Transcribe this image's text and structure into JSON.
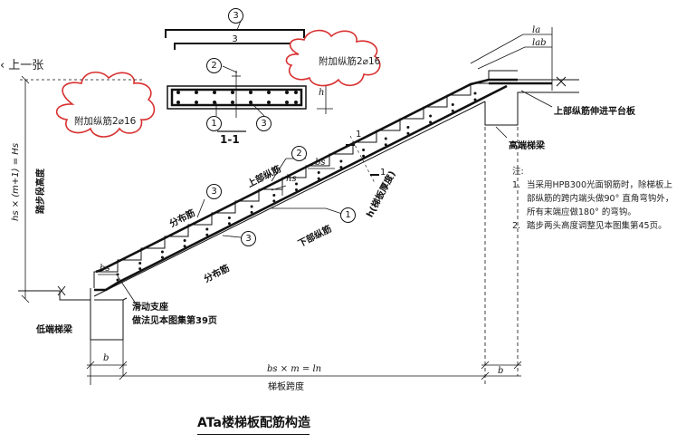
{
  "nav": {
    "back_label": "上一张"
  },
  "section": {
    "title": "1-1",
    "bubble_top": "3",
    "bubble_top2": "3",
    "bubble_left2": "2",
    "bubble_bottom1": "1",
    "bubble_bottom3": "3",
    "dim_h": "h"
  },
  "clouds": {
    "left": "附加纵筋2⌀16",
    "right": "附加纵筋2⌀16"
  },
  "labels": {
    "upper_rebar": "上部纵筋",
    "lower_rebar": "下部纵筋",
    "dist_rebar_1": "分布筋",
    "dist_rebar_2": "分布筋",
    "sliding_support": "滑动支座",
    "sliding_ref": "做法见本图集第39页",
    "low_beam": "低端梯梁",
    "high_beam": "高端梯梁",
    "upper_into_platform": "上部纵筋伸进平台板",
    "span_label": "梯板跨度",
    "span_formula": "bs × m = ln",
    "b_left": "b",
    "b_right": "b",
    "bs_left": "bs",
    "bs_top": "bs",
    "hs_top": "hs",
    "la_top": "la",
    "lab_top": "lab",
    "thickness": "h(梯板厚度)",
    "cut_1": "1",
    "cut_2": "1",
    "height_formula": "hs × (m+1) = Hs",
    "height_label": "踏步段高度",
    "bubble_2": "2",
    "bubble_3a": "3",
    "bubble_3b": "3",
    "bubble_1": "1"
  },
  "notes": {
    "heading": "注:",
    "items": [
      {
        "num": "1.",
        "text": "当采用HPB300光面钢筋时，除梯板上"
      },
      {
        "num": "",
        "text": "部纵筋的跨内端头做90° 直角弯钩外，"
      },
      {
        "num": "",
        "text": "所有末端应做180° 的弯钩。"
      },
      {
        "num": "2.",
        "text": "踏步两头高度调整见本图集第45页。"
      }
    ]
  },
  "title": "ATa楼梯板配筋构造"
}
